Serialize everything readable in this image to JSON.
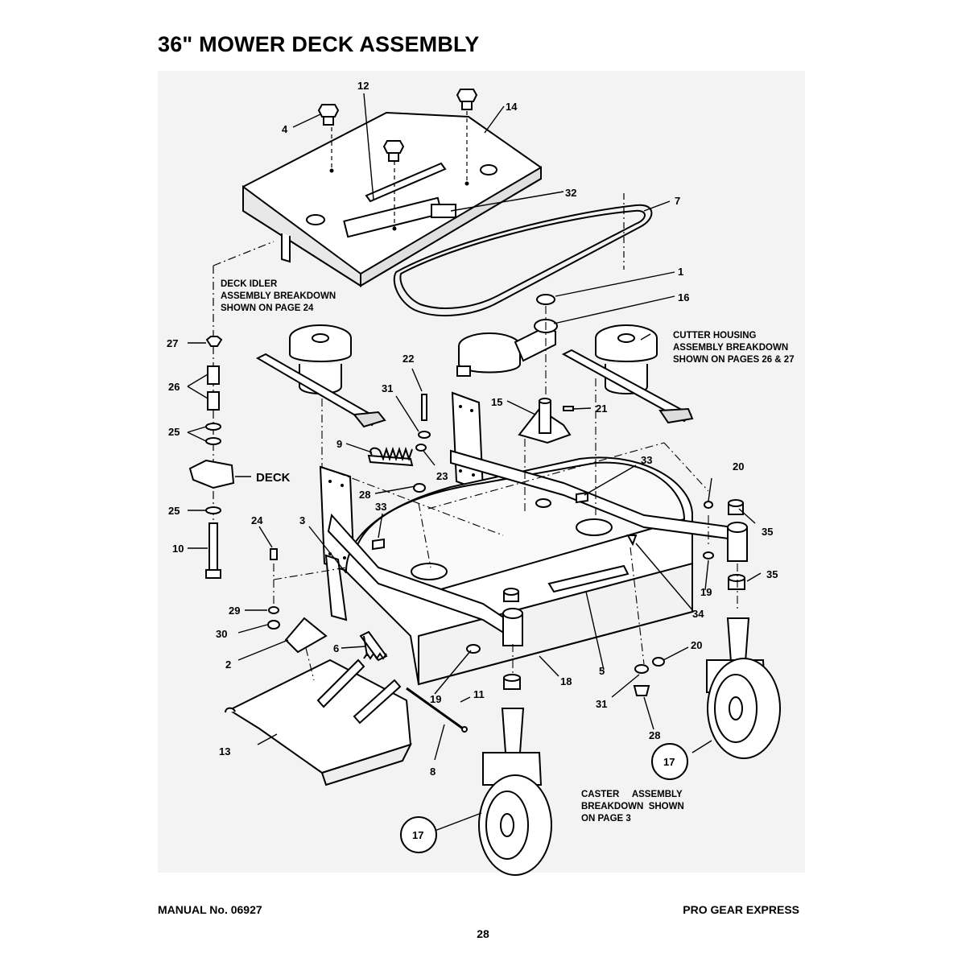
{
  "page": {
    "title": "36\" MOWER DECK ASSEMBLY",
    "manual_number": "MANUAL No. 06927",
    "product": "PRO GEAR EXPRESS",
    "page_number": "28"
  },
  "notes": {
    "deck_idler": [
      "DECK IDLER",
      "ASSEMBLY BREAKDOWN",
      "SHOWN ON PAGE 24"
    ],
    "cutter_housing": [
      "CUTTER HOUSING",
      "ASSEMBLY BREAKDOWN",
      "SHOWN ON PAGES 26 & 27"
    ],
    "caster": [
      "CASTER     ASSEMBLY",
      "BREAKDOWN  SHOWN",
      "ON PAGE 3"
    ],
    "deck_label": "DECK"
  },
  "callouts": {
    "c1": "1",
    "c2": "2",
    "c3": "3",
    "c4": "4",
    "c5": "5",
    "c6": "6",
    "c7": "7",
    "c8": "8",
    "c9": "9",
    "c10": "10",
    "c11": "11",
    "c12": "12",
    "c13": "13",
    "c14": "14",
    "c15": "15",
    "c16": "16",
    "c17a": "17",
    "c17b": "17",
    "c18": "18",
    "c19a": "19",
    "c19b": "19",
    "c20a": "20",
    "c20b": "20",
    "c21": "21",
    "c22": "22",
    "c23": "23",
    "c24": "24",
    "c25a": "25",
    "c25b": "25",
    "c26": "26",
    "c27": "27",
    "c28a": "28",
    "c28b": "28",
    "c29": "29",
    "c30": "30",
    "c31a": "31",
    "c31b": "31",
    "c32": "32",
    "c33a": "33",
    "c33b": "33",
    "c34": "34",
    "c35a": "35",
    "c35b": "35"
  }
}
